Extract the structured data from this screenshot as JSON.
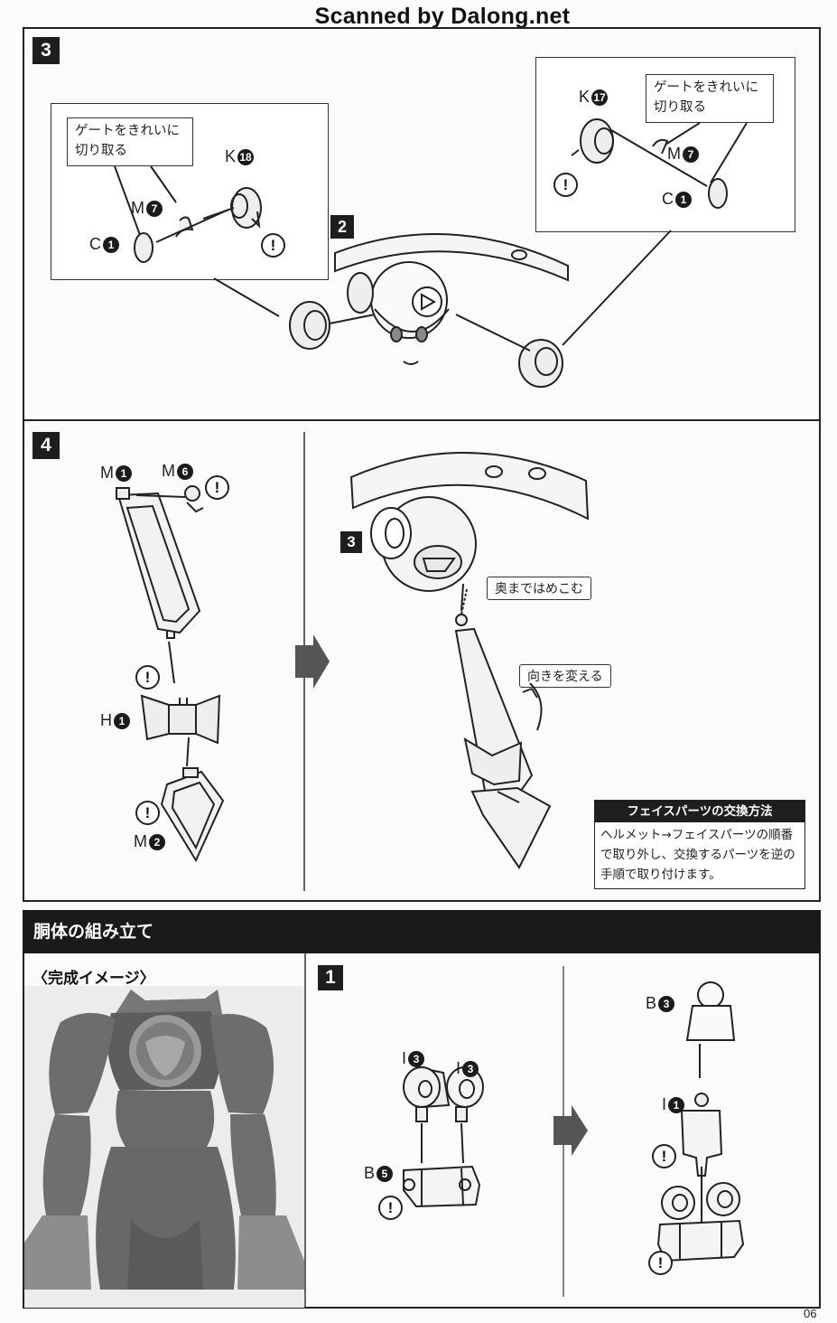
{
  "watermark": "Scanned by Dalong.net",
  "page_number": "06",
  "step3": {
    "badge": "3",
    "sub_badge": "2",
    "left_note": [
      "ゲートをきれいに",
      "切り取る"
    ],
    "right_note": [
      "ゲートをきれいに",
      "切り取る"
    ],
    "left_parts": [
      {
        "letter": "K",
        "num": "18"
      },
      {
        "letter": "M",
        "num": "7"
      },
      {
        "letter": "C",
        "num": "1"
      }
    ],
    "right_parts": [
      {
        "letter": "K",
        "num": "17"
      },
      {
        "letter": "M",
        "num": "7"
      },
      {
        "letter": "C",
        "num": "1"
      }
    ],
    "warn_symbol": "!"
  },
  "step4": {
    "badge": "4",
    "sub_badge": "3",
    "parts": [
      {
        "letter": "M",
        "num": "1"
      },
      {
        "letter": "M",
        "num": "6"
      },
      {
        "letter": "H",
        "num": "1"
      },
      {
        "letter": "M",
        "num": "2"
      }
    ],
    "callout_insert": "奥まではめこむ",
    "callout_turn": "向きを変える",
    "face_swap": {
      "title": "フェイスパーツの交換方法",
      "lines": [
        "ヘルメット→フェイスパーツの順番",
        "で取り外し、交換するパーツを逆の",
        "手順で取り付けます。"
      ]
    }
  },
  "torso": {
    "section_title": "胴体の組み立て",
    "image_label": "〈完成イメージ〉",
    "step_badge": "1",
    "parts_a": [
      {
        "letter": "I",
        "num": "3"
      },
      {
        "letter": "I",
        "num": "3"
      },
      {
        "letter": "B",
        "num": "5"
      }
    ],
    "parts_b": [
      {
        "letter": "B",
        "num": "3"
      },
      {
        "letter": "I",
        "num": "1"
      }
    ]
  }
}
